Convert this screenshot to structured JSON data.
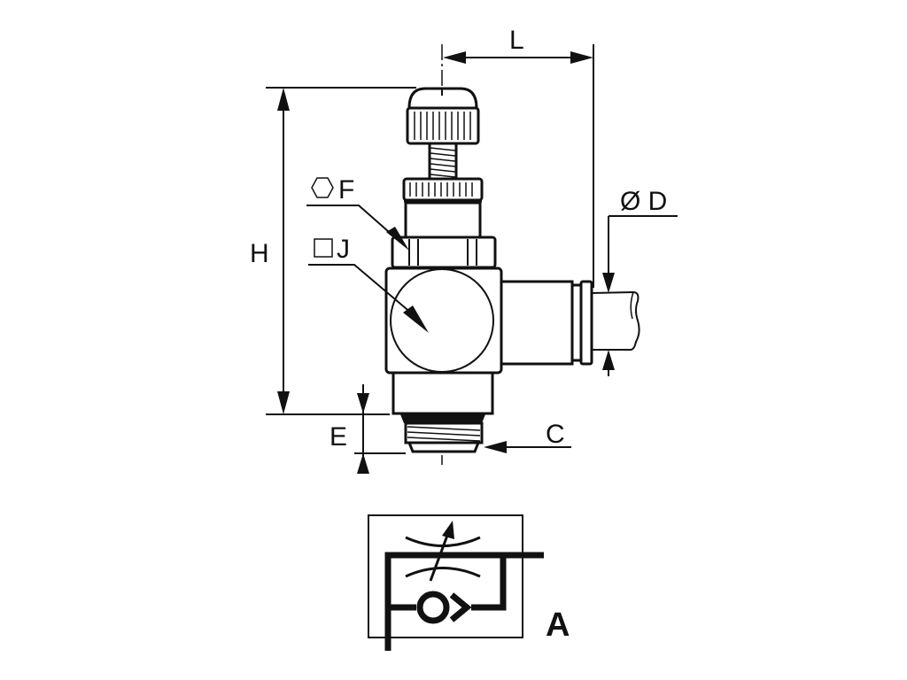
{
  "drawing": {
    "title": "Flow control valve dimensional drawing",
    "dimensions": {
      "L": "L",
      "H": "H",
      "F": "F",
      "J": "J",
      "D": "Ø D",
      "C": "C",
      "E": "E"
    },
    "symbols": {
      "F_prefix": "hexagon",
      "J_prefix": "square"
    },
    "schematic": {
      "label": "A",
      "description": "Flow control with check valve symbol"
    },
    "colors": {
      "line": "#111111",
      "background": "#ffffff"
    }
  }
}
